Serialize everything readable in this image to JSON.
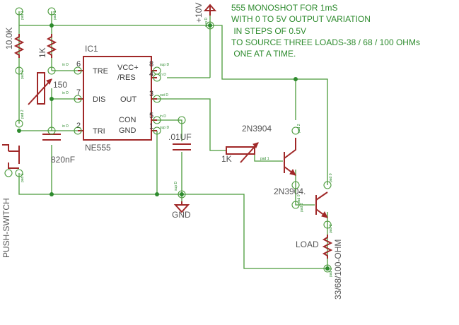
{
  "title_lines": [
    "555 MONOSHOT FOR 1mS",
    "WITH 0 TO 5V OUTPUT VARIATION",
    " IN STEPS OF 0.5V",
    "TO SOURCE THREE LOADS-38 / 68 / 100 OHMs",
    " ONE AT A TIME."
  ],
  "ic": {
    "ref": "IC1",
    "part": "NE555",
    "pin_tre": "TRE",
    "pin_vcc": "VCC+",
    "pin_res": "/RES",
    "pin_dis": "DIS",
    "pin_out": "OUT",
    "pin_con": "CON",
    "pin_tri": "TRI",
    "pin_gnd": "GND",
    "num_6": "6",
    "num_7": "7",
    "num_2": "2",
    "num_8": "8",
    "num_4": "4",
    "num_3": "3",
    "num_5": "5",
    "num_1": "1"
  },
  "components": {
    "r1": "10.0K",
    "r2": "1K",
    "pot": "150",
    "c1": "820nF",
    "c2": ".01UF",
    "r3": "1K",
    "q1": "2N3904",
    "q2": "2N3904.",
    "load": "LOAD",
    "load_values": "33/68/100-OHM"
  },
  "labels": {
    "supply": "+10V",
    "ground": "GND",
    "switch": "PUSH-SWITCH"
  },
  "pad_tags": {
    "pad1": "pad 1",
    "pad2": "pad 2",
    "pad0": "pad 0",
    "inD": "in D",
    "outD": "out D",
    "supD": "sup D"
  },
  "colors": {
    "wire": "#4a9a3a",
    "symbol": "#a02828",
    "text": "#555555"
  }
}
